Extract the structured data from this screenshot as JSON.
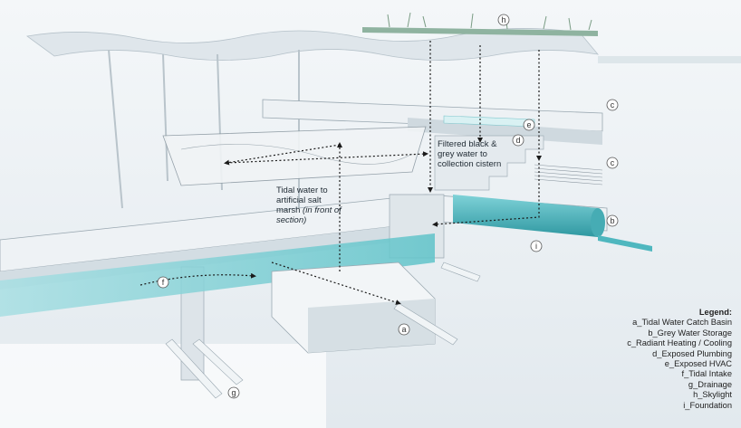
{
  "labels": {
    "filtered_water": "Filtered black & grey water to collection cistern",
    "tidal_water_main": "Tidal water to artificial salt marsh",
    "tidal_water_note": "(in front of section)"
  },
  "markers": {
    "a": "a",
    "b": "b",
    "c": "c",
    "d": "d",
    "e": "e",
    "f": "f",
    "g": "g",
    "h": "h",
    "i": "i"
  },
  "legend": {
    "title": "Legend:",
    "items": [
      "a_Tidal Water Catch Basin",
      "b_Grey Water Storage",
      "c_Radiant Heating / Cooling",
      "d_Exposed Plumbing",
      "e_Exposed HVAC",
      "f_Tidal Intake",
      "g_Drainage",
      "h_Skylight",
      "i_Foundation"
    ]
  },
  "colors": {
    "structure": "#e9eef2",
    "structure_shade": "#c9d3da",
    "water": "#5fc3c9",
    "pipe": "#4fb7bf",
    "flow_line": "#1a1a1a",
    "skylight": "#8fb3a0",
    "text": "#1f2a33"
  }
}
